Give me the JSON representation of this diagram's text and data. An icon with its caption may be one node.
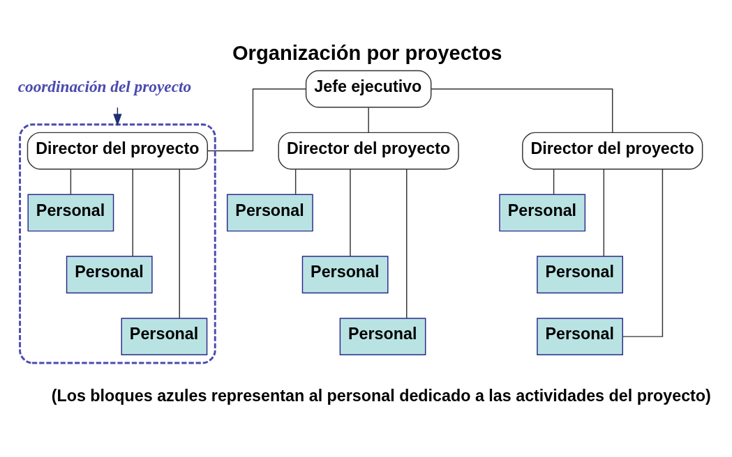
{
  "diagram": {
    "title": "Organización por proyectos",
    "caption": "(Los bloques azules representan al personal dedicado a las actividades del proyecto)",
    "nodes": [
      {
        "text": [
          "Jefe ejecutivo"
        ]
      },
      {
        "text": [
          "coordinación del proyecto"
        ]
      },
      {
        "text": [],
        "shape": "box"
      },
      {
        "text": [
          "Director del proyecto"
        ],
        "in": 2
      },
      {
        "text": [
          "Personal"
        ],
        "in": 2
      },
      {
        "text": [
          "Personal"
        ],
        "in": 2
      },
      {
        "text": [
          "Personal"
        ],
        "in": 2
      },
      {
        "text": [
          "Director del proyecto"
        ]
      },
      {
        "text": [
          "Personal"
        ]
      },
      {
        "text": [
          "Personal"
        ]
      },
      {
        "text": [
          "Personal"
        ]
      },
      {
        "text": [
          "Director del proyecto"
        ]
      },
      {
        "text": [
          "Personal"
        ]
      },
      {
        "text": [
          "Personal"
        ]
      },
      {
        "text": [
          "Personal"
        ]
      }
    ],
    "edges": [
      {
        "from": 0,
        "to": 3,
        "arrow": "none"
      },
      {
        "from": 0,
        "to": 7,
        "arrow": "none"
      },
      {
        "from": 0,
        "to": 11,
        "arrow": "none"
      },
      {
        "from": 3,
        "to": 4,
        "arrow": "none"
      },
      {
        "from": 3,
        "to": 5,
        "arrow": "none"
      },
      {
        "from": 3,
        "to": 6,
        "arrow": "none"
      },
      {
        "from": 7,
        "to": 8,
        "arrow": "none"
      },
      {
        "from": 7,
        "to": 9,
        "arrow": "none"
      },
      {
        "from": 7,
        "to": 10,
        "arrow": "none"
      },
      {
        "from": 11,
        "to": 12,
        "arrow": "none"
      },
      {
        "from": 11,
        "to": 13,
        "arrow": "none"
      },
      {
        "from": 11,
        "to": 14,
        "arrow": "none"
      },
      {
        "from": 1,
        "to": 2,
        "arrow": "to",
        "color": "#1f2f6f"
      }
    ]
  }
}
